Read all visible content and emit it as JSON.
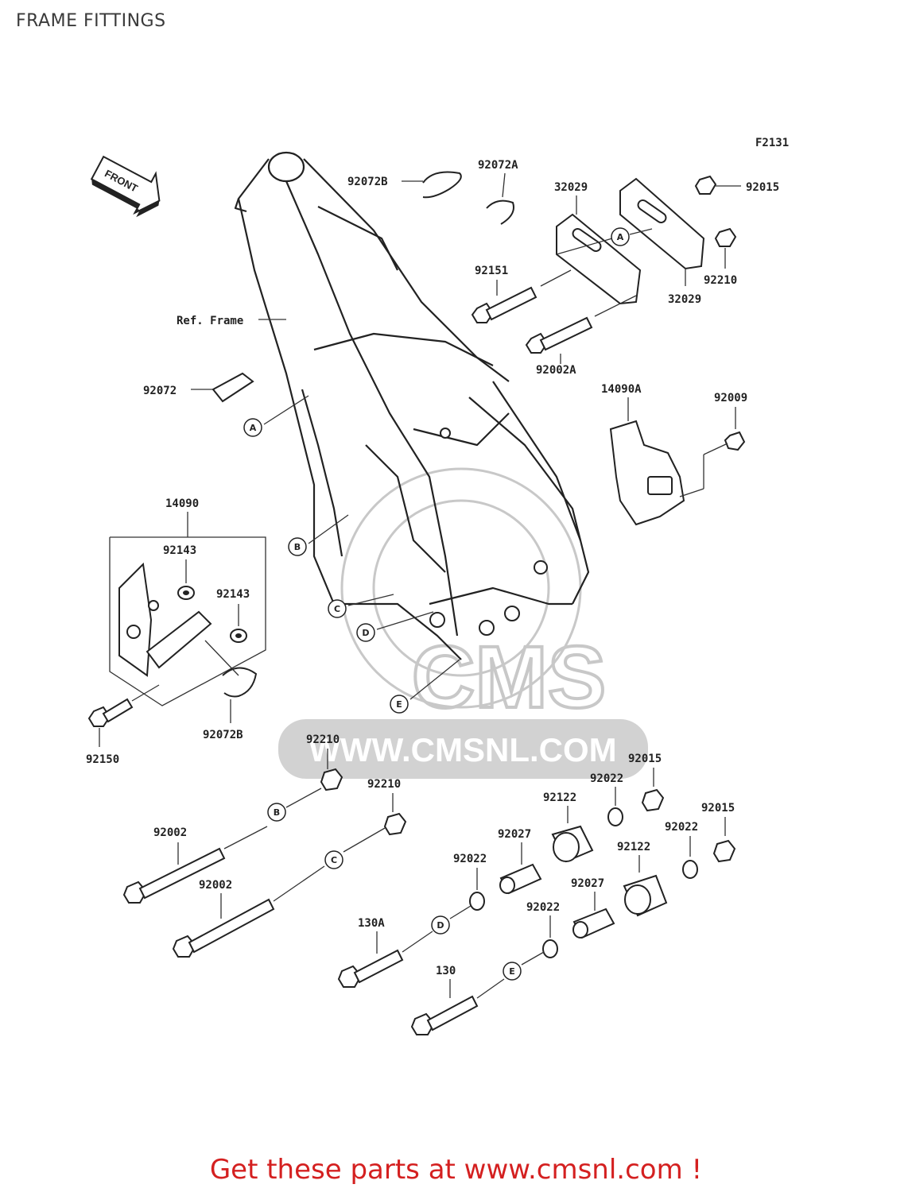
{
  "title": "FRAME FITTINGS",
  "figure_code": "F2131",
  "front_label": "FRONT",
  "watermark": {
    "brand": "CMS",
    "url": "WWW.CMSNL.COM",
    "color": "#c8c8c8"
  },
  "footer": {
    "text": "Get these parts at www.cmsnl.com !",
    "color": "#d42020"
  },
  "frame_ref": "Ref. Frame",
  "callouts": [
    "A",
    "B",
    "C",
    "D",
    "E"
  ],
  "parts": [
    {
      "id": "p92072B_top",
      "label": "92072B"
    },
    {
      "id": "p92072A",
      "label": "92072A"
    },
    {
      "id": "p32029_top",
      "label": "32029"
    },
    {
      "id": "p92015_top",
      "label": "92015"
    },
    {
      "id": "p92151",
      "label": "92151"
    },
    {
      "id": "p92210_r",
      "label": "92210"
    },
    {
      "id": "p32029_bot",
      "label": "32029"
    },
    {
      "id": "p92002A",
      "label": "92002A"
    },
    {
      "id": "p92072",
      "label": "92072"
    },
    {
      "id": "p14090A",
      "label": "14090A"
    },
    {
      "id": "p92009",
      "label": "92009"
    },
    {
      "id": "p14090",
      "label": "14090"
    },
    {
      "id": "p92143_a",
      "label": "92143"
    },
    {
      "id": "p92143_b",
      "label": "92143"
    },
    {
      "id": "p92150",
      "label": "92150"
    },
    {
      "id": "p92072B_bot",
      "label": "92072B"
    },
    {
      "id": "p92210_a",
      "label": "92210"
    },
    {
      "id": "p92210_b",
      "label": "92210"
    },
    {
      "id": "p92015_a",
      "label": "92015"
    },
    {
      "id": "p92022_a",
      "label": "92022"
    },
    {
      "id": "p92122_a",
      "label": "92122"
    },
    {
      "id": "p92015_b",
      "label": "92015"
    },
    {
      "id": "p92022_b",
      "label": "92022"
    },
    {
      "id": "p92002_a",
      "label": "92002"
    },
    {
      "id": "p92027_a",
      "label": "92027"
    },
    {
      "id": "p92122_b",
      "label": "92122"
    },
    {
      "id": "p92022_c",
      "label": "92022"
    },
    {
      "id": "p92002_b",
      "label": "92002"
    },
    {
      "id": "p92027_b",
      "label": "92027"
    },
    {
      "id": "p92022_d",
      "label": "92022"
    },
    {
      "id": "p130A",
      "label": "130A"
    },
    {
      "id": "p130",
      "label": "130"
    }
  ]
}
